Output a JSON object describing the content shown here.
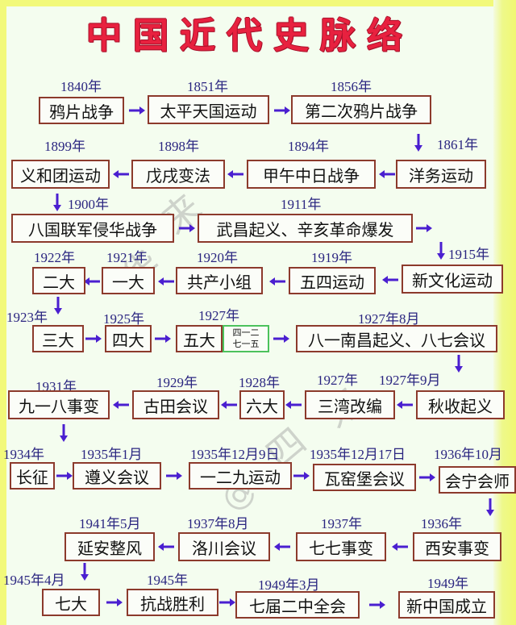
{
  "title": "中国近代史脉络",
  "colors": {
    "title": "#e8213f",
    "year_text": "#2a2580",
    "box_border": "#8c3a2c",
    "green_border": "#4cc25c",
    "arrow": "#4a1fd0",
    "outer_bg": "#f2f97a",
    "panel_bg": "#f4fdef"
  },
  "watermark": {
    "chars": [
      "华",
      "四",
      "来",
      "@"
    ]
  },
  "rows": [
    {
      "direction": "right",
      "events": [
        {
          "year": "1840年",
          "label": "鸦片战争"
        },
        {
          "year": "1851年",
          "label": "太平天国运动"
        },
        {
          "year": "1856年",
          "label": "第二次鸦片战争"
        }
      ]
    },
    {
      "direction": "left",
      "events": [
        {
          "year": "1861年",
          "label": "洋务运动"
        },
        {
          "year": "1894年",
          "label": "甲午中日战争"
        },
        {
          "year": "1898年",
          "label": "戊戌变法"
        },
        {
          "year": "1899年",
          "label": "义和团运动"
        }
      ]
    },
    {
      "direction": "right",
      "events": [
        {
          "year": "1900年",
          "label": "八国联军侵华战争"
        },
        {
          "year": "1911年",
          "label": "武昌起义、辛亥革命爆发"
        }
      ]
    },
    {
      "direction": "left",
      "events": [
        {
          "year": "1915年",
          "label": "新文化运动"
        },
        {
          "year": "1919年",
          "label": "五四运动"
        },
        {
          "year": "1920年",
          "label": "共产小组"
        },
        {
          "year": "1921年",
          "label": "一大"
        },
        {
          "year": "1922年",
          "label": "二大"
        }
      ]
    },
    {
      "direction": "right",
      "events": [
        {
          "year": "1923年",
          "label": "三大"
        },
        {
          "year": "1925年",
          "label": "四大"
        },
        {
          "year": "1927年",
          "label": "五大",
          "note": [
            "四一二",
            "七一五"
          ]
        },
        {
          "year": "1927年8月",
          "label": "八一南昌起义、八七会议"
        }
      ]
    },
    {
      "direction": "left",
      "events": [
        {
          "year": "1927年9月",
          "label": "秋收起义"
        },
        {
          "year": "1927年",
          "label": "三湾改编"
        },
        {
          "year": "1928年",
          "label": "六大"
        },
        {
          "year": "1929年",
          "label": "古田会议"
        },
        {
          "year": "1931年",
          "label": "九一八事变"
        }
      ]
    },
    {
      "direction": "right",
      "events": [
        {
          "year": "1934年",
          "label": "长征"
        },
        {
          "year": "1935年1月",
          "label": "遵义会议"
        },
        {
          "year": "1935年12月9日",
          "label": "一二九运动"
        },
        {
          "year": "1935年12月17日",
          "label": "瓦窑堡会议"
        },
        {
          "year": "1936年10月",
          "label": "会宁会师"
        }
      ]
    },
    {
      "direction": "left",
      "events": [
        {
          "year": "1936年",
          "label": "西安事变"
        },
        {
          "year": "1937年",
          "label": "七七事变"
        },
        {
          "year": "1937年8月",
          "label": "洛川会议"
        },
        {
          "year": "1941年5月",
          "label": "延安整风"
        }
      ]
    },
    {
      "direction": "right",
      "events": [
        {
          "year": "1945年4月",
          "label": "七大"
        },
        {
          "year": "1945年",
          "label": "抗战胜利"
        },
        {
          "year": "1949年3月",
          "label": "七届二中全会"
        },
        {
          "year": "1949年",
          "label": "新中国成立"
        }
      ]
    }
  ]
}
